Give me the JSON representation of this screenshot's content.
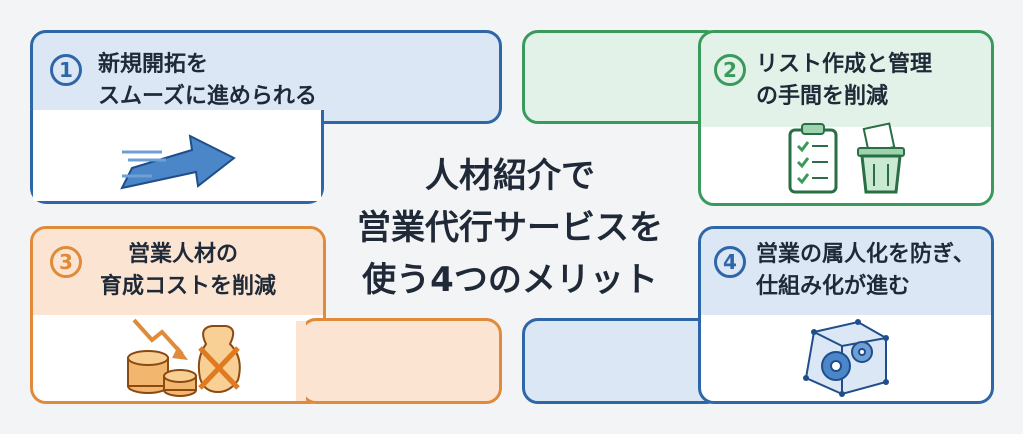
{
  "center": {
    "line1": "人材紹介で",
    "line2": "営業代行サービスを",
    "line3": "使う4つのメリット"
  },
  "cards": [
    {
      "number": "1",
      "line1": "新規開拓を",
      "line2": "スムーズに進められる",
      "icon": "arrow-icon",
      "color": "#2f66a8",
      "fill": "#dbe7f5"
    },
    {
      "number": "2",
      "line1": "リスト作成と管理",
      "line2": "の手間を削減",
      "icon": "clipboard-and-trash-icon",
      "color": "#3a9a5c",
      "fill": "#e3f2e8"
    },
    {
      "number": "3",
      "line1": "営業人材の",
      "line2": "育成コストを削減",
      "icon": "coins-and-money-bag-icon",
      "color": "#e08a3c",
      "fill": "#fbe5d2"
    },
    {
      "number": "4",
      "line1": "営業の属人化を防ぎ、",
      "line2": "仕組み化が進む",
      "icon": "gears-in-cube-icon",
      "color": "#2f66a8",
      "fill": "#dbe7f5"
    }
  ]
}
